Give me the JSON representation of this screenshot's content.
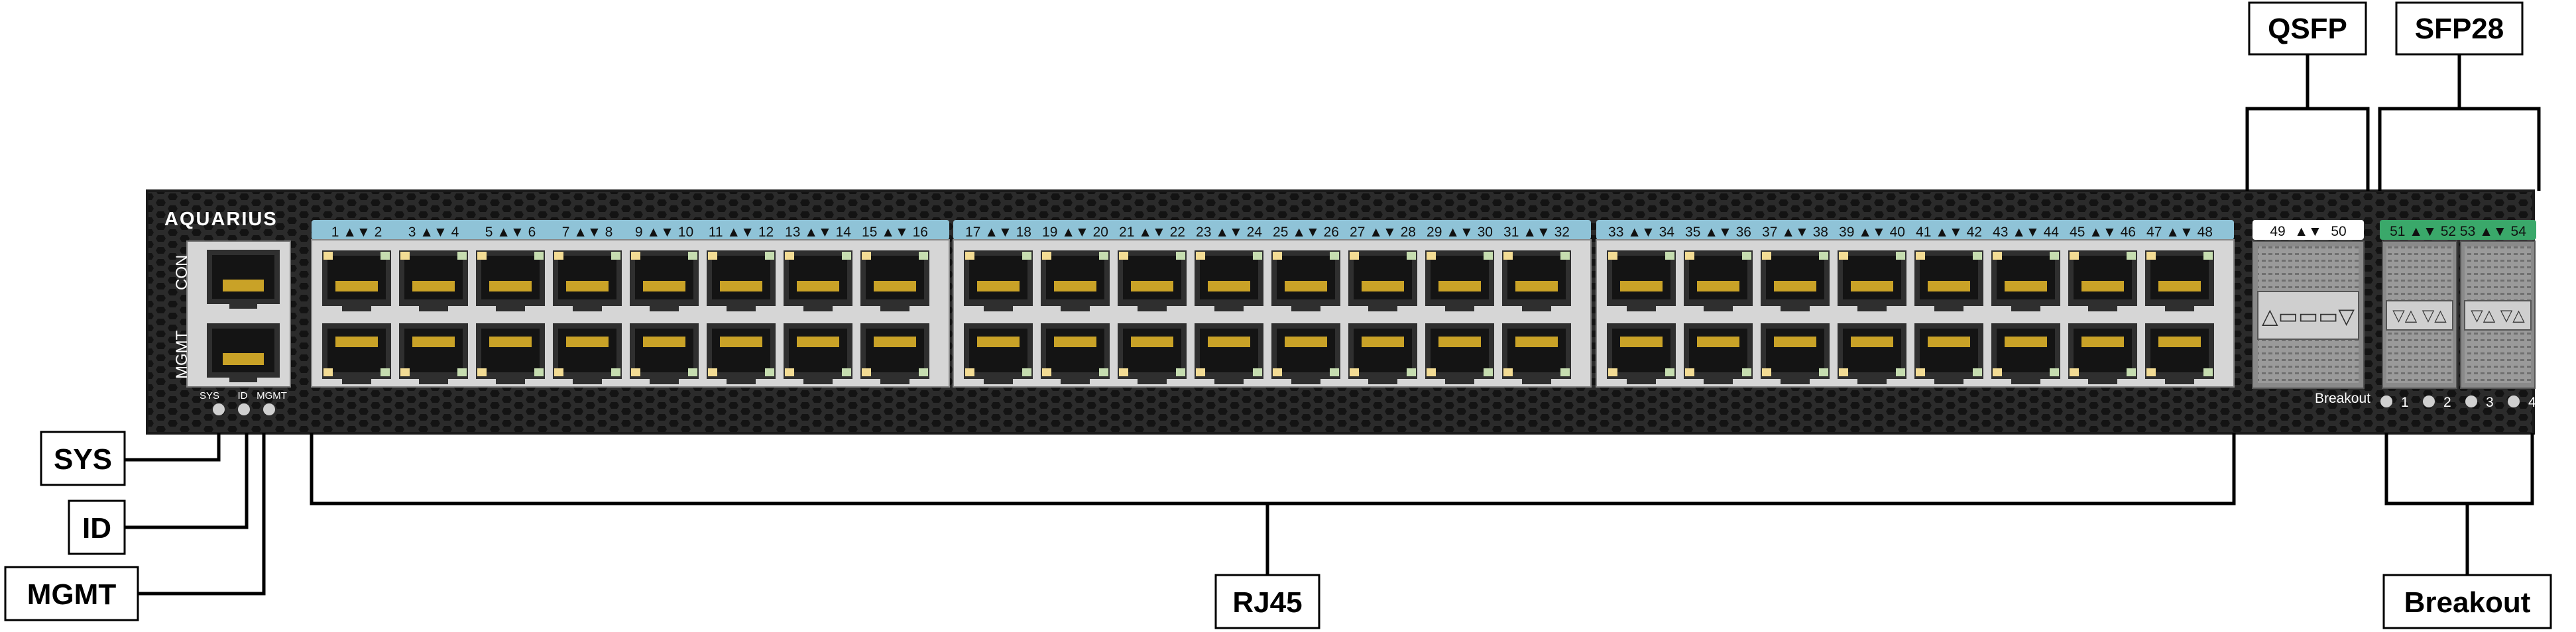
{
  "device": {
    "brand": "AQUARIUS",
    "side_port_labels": [
      "CON",
      "MGMT"
    ],
    "led_labels": [
      "SYS",
      "ID",
      "MGMT"
    ],
    "breakout_text": "Breakout",
    "breakout_lane_labels": [
      "1",
      "2",
      "3",
      "4"
    ]
  },
  "rj45_groups": [
    {
      "labels": [
        {
          "a": "1",
          "b": "2"
        },
        {
          "a": "3",
          "b": "4"
        },
        {
          "a": "5",
          "b": "6"
        },
        {
          "a": "7",
          "b": "8"
        },
        {
          "a": "9",
          "b": "10"
        },
        {
          "a": "11",
          "b": "12"
        },
        {
          "a": "13",
          "b": "14"
        },
        {
          "a": "15",
          "b": "16"
        }
      ]
    },
    {
      "labels": [
        {
          "a": "17",
          "b": "18"
        },
        {
          "a": "19",
          "b": "20"
        },
        {
          "a": "21",
          "b": "22"
        },
        {
          "a": "23",
          "b": "24"
        },
        {
          "a": "25",
          "b": "26"
        },
        {
          "a": "27",
          "b": "28"
        },
        {
          "a": "29",
          "b": "30"
        },
        {
          "a": "31",
          "b": "32"
        }
      ]
    },
    {
      "labels": [
        {
          "a": "33",
          "b": "34"
        },
        {
          "a": "35",
          "b": "36"
        },
        {
          "a": "37",
          "b": "38"
        },
        {
          "a": "39",
          "b": "40"
        },
        {
          "a": "41",
          "b": "42"
        },
        {
          "a": "43",
          "b": "44"
        },
        {
          "a": "45",
          "b": "46"
        },
        {
          "a": "47",
          "b": "48"
        }
      ]
    }
  ],
  "qsfp_ports": {
    "a": "49",
    "b": "50"
  },
  "sfp28_ports": [
    {
      "a": "51",
      "b": "52"
    },
    {
      "a": "53",
      "b": "54"
    }
  ],
  "callouts": {
    "qsfp": "QSFP",
    "sfp28": "SFP28",
    "sys": "SYS",
    "id": "ID",
    "mgmt": "MGMT",
    "rj45": "RJ45",
    "breakout": "Breakout"
  },
  "colors": {
    "chassis": "#2a2a2a",
    "rj45_band": "#8fc3d7",
    "sfp28_band": "#3aa86a",
    "qsfp_band": "#ffffff",
    "port_panel": "#d6d6d6",
    "led_yellow": "#f3dc94",
    "led_green": "#c6ddb0",
    "contact_gold": "#c9a227"
  }
}
